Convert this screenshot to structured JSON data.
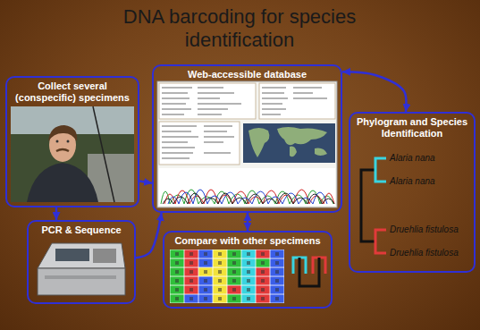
{
  "diagram": {
    "title": "DNA barcoding for species identification",
    "nodes": [
      {
        "text": [
          "Collect several (conspecific) specimens"
        ]
      },
      {
        "text": [
          "PCR & Sequence"
        ]
      },
      {
        "text": [
          "Web-accessible database"
        ]
      },
      {
        "text": [
          "Compare with other specimens"
        ]
      },
      {
        "text": [
          "Phylogram and Species Identification"
        ]
      }
    ],
    "edges": [
      {
        "from": 0,
        "to": 1,
        "arrow": "to"
      },
      {
        "from": 0,
        "to": 2,
        "arrow": "to"
      },
      {
        "from": 1,
        "to": 2,
        "arrow": "to"
      },
      {
        "from": 2,
        "to": 3,
        "arrow": "both"
      },
      {
        "from": 2,
        "to": 4,
        "arrow": "both"
      }
    ],
    "labels": [
      "Alaria nana",
      "Alaria nana",
      "Druehlia fistulosa",
      "Druehlia fistulosa"
    ]
  }
}
